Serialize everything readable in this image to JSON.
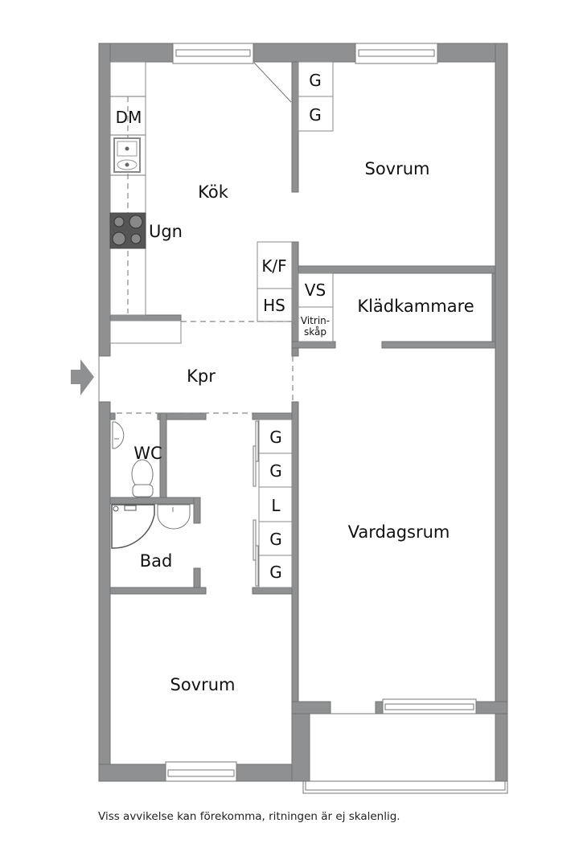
{
  "rooms": {
    "kitchen": "Kök",
    "bedroom_top": "Sovrum",
    "walk_in_closet": "Klädkammare",
    "hallway": "Kpr",
    "wc": "WC",
    "bathroom": "Bad",
    "living_room": "Vardagsrum",
    "bedroom_bottom": "Sovrum"
  },
  "fixtures": {
    "dishwasher": "DM",
    "oven": "Ugn",
    "fridge_freezer": "K/F",
    "hall_closet": "HS",
    "vs": "VS",
    "display_cabinet_line1": "Vitrin-",
    "display_cabinet_line2": "skåp",
    "bedroom_wardrobes": [
      "G",
      "G"
    ],
    "hall_wardrobes": [
      "G",
      "G",
      "L",
      "G",
      "G"
    ]
  },
  "entrance": {
    "icon": "entrance-arrow-icon",
    "color": "#8e9091"
  },
  "colors": {
    "wall": "#8e9091",
    "background": "#ffffff",
    "text": "#111111"
  },
  "footer": {
    "disclaimer": "Viss avvikelse kan förekomma, ritningen är ej skalenlig."
  }
}
